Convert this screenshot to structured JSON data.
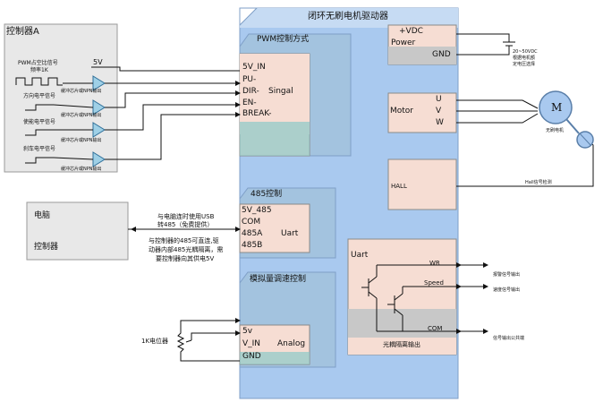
{
  "main_title": "闭环无刷电机驱动器",
  "controller_a": {
    "title": "控制器A",
    "pwm_signal": "PWM占空比信号",
    "pwm_freq": "频率1K",
    "dir_signal": "方向电平信号",
    "enable_signal": "使能电平信号",
    "brake_signal": "刹车电平信号",
    "supply": "5V",
    "buffer_label": "缓冲芯片或NPN输出"
  },
  "pwm_block": {
    "title": "PWM控制方式",
    "pins": [
      "5V_IN",
      "PU-",
      "DIR-",
      "EN-",
      "BREAK-"
    ],
    "signal": "Singal"
  },
  "rs485_block": {
    "title": "485控制",
    "pins": [
      "5V_485",
      "COM",
      "485A",
      "485B"
    ],
    "uart": "Uart"
  },
  "analog_block": {
    "title": "模拟量调速控制",
    "pins": [
      "5v",
      "V_IN",
      "GND"
    ],
    "analog": "Analog"
  },
  "power_block": {
    "vdc": "+VDC",
    "power": "Power",
    "gnd": "GND"
  },
  "power_note": {
    "range": "20~50VDC",
    "line1": "根据电机额",
    "line2": "定电压选择"
  },
  "motor_block": {
    "title": "Motor",
    "phases": [
      "U",
      "V",
      "W"
    ]
  },
  "motor_symbol": "M",
  "motor_caption": "无刷电机",
  "hall_block": {
    "title": "HALL"
  },
  "hall_note": "Hall信号检测",
  "output_block": {
    "title": "Uart",
    "signals": [
      "WR",
      "Speed",
      "COM"
    ],
    "footer": "光耦隔离输出"
  },
  "output_notes": [
    "报警信号输出",
    "速度信号输出",
    "信号输出公共端"
  ],
  "pc": {
    "line1": "电脑",
    "line2": "控制器"
  },
  "rs485_notes": {
    "line1": "与电脑连时使用USB",
    "line2": "转485（免费提供）",
    "line3": "与控制器的485可直连,驱",
    "line4": "动器内部485光耦隔离，需",
    "line5": "要控制器向其供电5V"
  },
  "potentiometer": "1K电位器"
}
